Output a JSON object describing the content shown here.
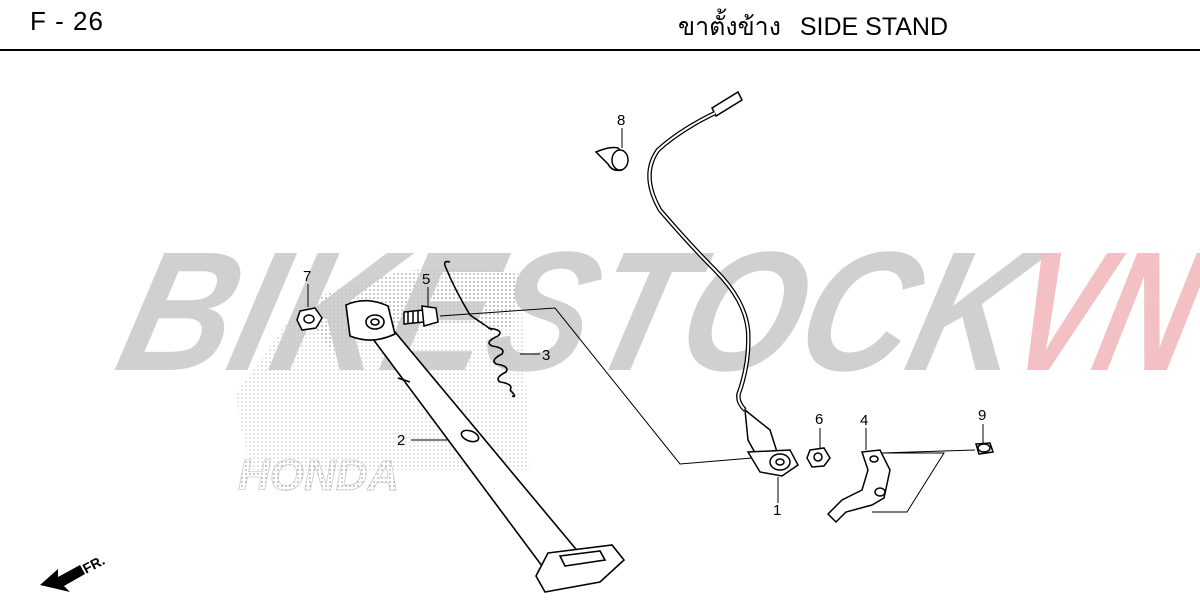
{
  "header": {
    "page_code": "F - 26",
    "title_thai": "ขาตั้งข้าง",
    "title_en": "SIDE STAND"
  },
  "watermark": {
    "text_main": "BIKESTOCK",
    "text_accent": "VN",
    "color_main": "#c8c8c8",
    "color_accent": "#f2b9bd",
    "logo_text": "HONDA"
  },
  "direction_marker": {
    "label": "FR."
  },
  "callouts": [
    {
      "id": "1",
      "part": "switch-assembly"
    },
    {
      "id": "2",
      "part": "side-stand-bar"
    },
    {
      "id": "3",
      "part": "spring"
    },
    {
      "id": "4",
      "part": "bracket"
    },
    {
      "id": "5",
      "part": "pivot-bolt"
    },
    {
      "id": "6",
      "part": "nut"
    },
    {
      "id": "7",
      "part": "nut"
    },
    {
      "id": "8",
      "part": "clamp"
    },
    {
      "id": "9",
      "part": "bolt"
    }
  ]
}
